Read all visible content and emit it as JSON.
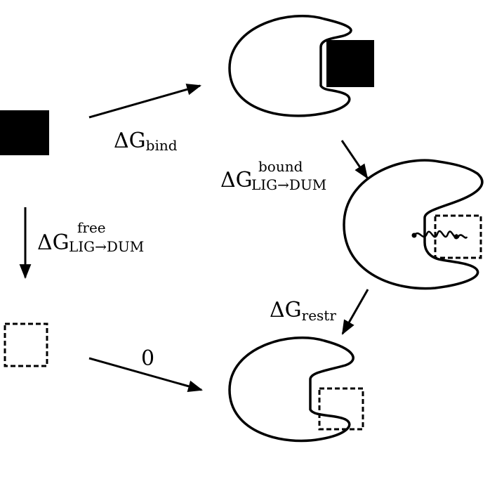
{
  "labels": {
    "bind": {
      "main": "ΔG",
      "sub": "bind"
    },
    "bound": {
      "main": "ΔG",
      "sup": "bound",
      "sub": "LIG→DUM"
    },
    "free": {
      "main": "ΔG",
      "sup": "free",
      "sub": "LIG→DUM"
    },
    "restr": {
      "main": "ΔG",
      "sub": "restr"
    },
    "zero": "0"
  },
  "colors": {
    "ink": "#000000",
    "background": "#ffffff"
  },
  "items": {
    "free_ligand": "solid-square-ligand",
    "dummy_ligand": "dashed-square-dummy",
    "bound_complex": "protein-with-solid-ligand",
    "restrained_complex": "protein-with-dashed-dummy-and-restraint",
    "final_complex": "protein-with-dashed-dummy"
  }
}
